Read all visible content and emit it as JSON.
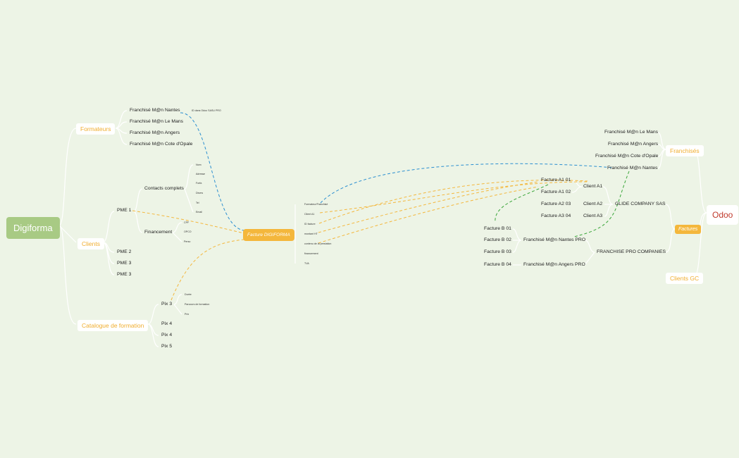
{
  "colors": {
    "background": "#edf4e6",
    "root": "#a8ca84",
    "accent": "#f4b73c",
    "odoo": "#c0392b",
    "blue_link": "#2b8fd0",
    "green_link": "#3aa63a"
  },
  "left": {
    "root": "Digiforma",
    "formateurs": {
      "label": "Formateurs",
      "items": [
        "Franchisé M@n Nantes",
        "Franchisé M@n Le Mans",
        "Franchisé M@n Angers",
        "Franchisé M@n Cote d'Opale"
      ],
      "note": "ID dans Odoo SASU PRO"
    },
    "clients": {
      "label": "Clients",
      "pme1": "PME 1",
      "contacts_label": "Contacts complets",
      "contact_fields": [
        "Nom",
        "Adresse",
        "Forfa",
        "Divers",
        "Tel",
        "Email"
      ],
      "financement_label": "Financement",
      "financement_items": [
        "CPF",
        "OPCO",
        "Perso"
      ],
      "others": [
        "PME 2",
        "PME 3",
        "PME 3"
      ]
    },
    "catalogue": {
      "label": "Catalogue de formation",
      "pix3": "Pix 3",
      "pix3_details": [
        "Durée",
        "Parcours de formation",
        "Prix"
      ],
      "others": [
        "Pix 4",
        "Pix 4",
        "Pix 5"
      ]
    },
    "hub": "Facture DIGIFORMA",
    "hub_fields": [
      "Formateur/Franchisé",
      "Client A1",
      "ID facture",
      "montant HT",
      "contenu de la prestation",
      "financement",
      "TVA"
    ]
  },
  "right": {
    "root": "Odoo",
    "franchises": {
      "label": "Franchisés",
      "items": [
        "Franchisé M@n Le Mans",
        "Franchisé M@n Angers",
        "Franchisé M@n Cote d'Opale",
        "Franchisé M@n Nantes"
      ]
    },
    "factures_label": "Factures",
    "clients_gc_label": "Clients GC",
    "glide": {
      "label": "GLIDE COMPANY SAS",
      "client_a1": "Client A1",
      "client_a1_invoices": [
        "Facture A1 01",
        "Facture A1 02"
      ],
      "client_a2": "Client A2",
      "client_a2_invoice": "Facture A2 03",
      "client_a3": "Client A3",
      "client_a3_invoice": "Facture A3 04"
    },
    "franchise_pro": {
      "label": "FRANCHISE PRO COMPANIES",
      "nantes": "Franchisé M@n Nantes PRO",
      "nantes_invoices": [
        "Facture B 01",
        "Facture B 02",
        "Facture B 03"
      ],
      "angers": "Franchisé M@n Angers PRO",
      "angers_invoice": "Facture B 04"
    }
  }
}
